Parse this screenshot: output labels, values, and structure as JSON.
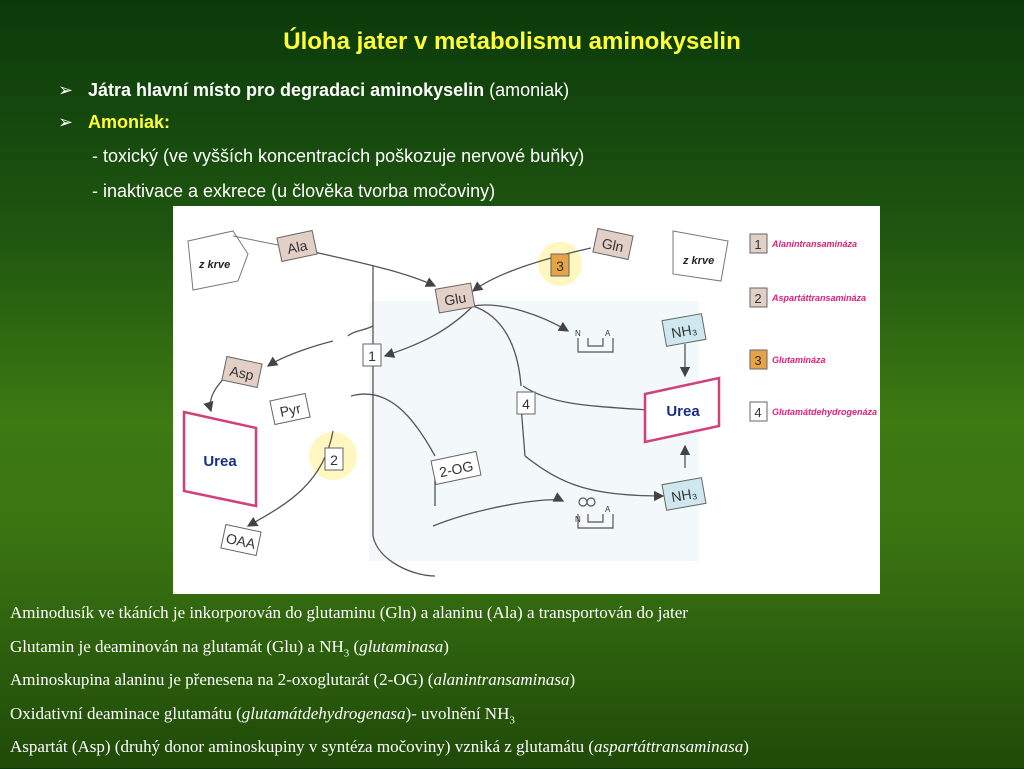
{
  "slide": {
    "title": "Úloha jater v metabolismu aminokyselin",
    "bullets": [
      {
        "marker": "➢",
        "bold": "Játra hlavní místo pro degradaci aminokyselin",
        "rest": " (amoniak)"
      },
      {
        "marker": "➢",
        "bold": "Amoniak:",
        "rest": ""
      }
    ],
    "sub_lines": [
      "- toxický (ve vyšších koncentracích poškozuje nervové buňky)",
      "- inaktivace a exkrece (u člověka tvorba močoviny)"
    ]
  },
  "diagram": {
    "callouts": {
      "left": "z krve",
      "right": "z krve"
    },
    "nodes": {
      "ala": "Ala",
      "gln": "Gln",
      "glu": "Glu",
      "asp": "Asp",
      "pyr": "Pyr",
      "og": "2-OG",
      "oaa": "OAA",
      "nh3_top": "NH₃",
      "nh3_bottom": "NH₃",
      "urea_left": "Urea",
      "urea_right": "Urea"
    },
    "step_numbers": [
      "1",
      "2",
      "3",
      "4"
    ],
    "small_labels": {
      "n": "N",
      "a": "A"
    },
    "legend": [
      {
        "num": "1",
        "label": "Alanintransamináza"
      },
      {
        "num": "2",
        "label": "Aspartáttransamináza"
      },
      {
        "num": "3",
        "label": "Glutamináza"
      },
      {
        "num": "4",
        "label": "Glutamátdehydrogenáza"
      }
    ],
    "colors": {
      "amino_box": "#e2cfc6",
      "nh3_box": "#cfe7ee",
      "urea_border": "#d0407a",
      "urea_text": "#1a2e8a",
      "legend_text": "#e0207a",
      "step3_box": "#e6a347",
      "highlight": "#ffee88"
    }
  },
  "notes": {
    "n1": "Aminodusík ve tkáních je inkorporován do glutaminu (Gln) a alaninu (Ala) a transportován do jater",
    "n2_a": "Glutamin je deaminován na glutamát (Glu) a NH",
    "n2_sub": "3",
    "n2_b": " (",
    "n2_it": "glutaminasa",
    "n2_c": ")",
    "n3_a": "Aminoskupina alaninu je přenesena na 2-oxoglutarát (2-OG) (",
    "n3_it": "alanintransaminasa",
    "n3_b": ")",
    "n4_a": "Oxidativní deaminace glutamátu (",
    "n4_it": "glutamátdehydrogenasa",
    "n4_b": ")- uvolnění NH",
    "n4_sub": "3",
    "n5_a": "Aspartát (Asp) (druhý donor aminoskupiny v syntéza močoviny) vzniká z glutamátu (",
    "n5_it": "aspartáttransaminasa",
    "n5_b": ")"
  }
}
